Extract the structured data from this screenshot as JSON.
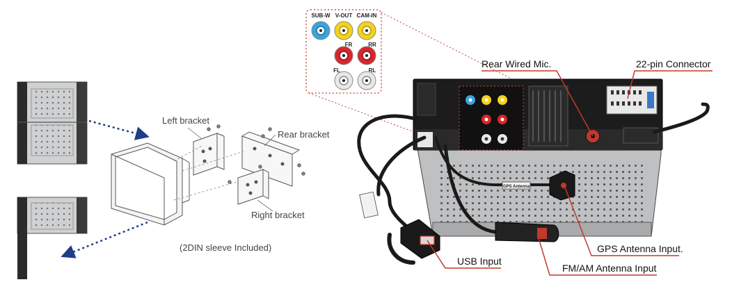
{
  "left_diagram": {
    "caption": "(2DIN sleeve Included)",
    "labels": {
      "left_bracket": "Left bracket",
      "rear_bracket": "Rear bracket",
      "right_bracket": "Right bracket"
    }
  },
  "rca_panel": {
    "top_labels": [
      "SUB-W",
      "V-OUT",
      "CAM-IN"
    ],
    "mid_labels": [
      "FR",
      "RR"
    ],
    "bottom_labels": [
      "FL",
      "RL"
    ],
    "colors": {
      "subw": "#3aa3e0",
      "video": "#f4d21c",
      "red": "#d9262c",
      "white": "#e8e8e8",
      "panel_border": "#c0392b"
    }
  },
  "callouts": {
    "rear_mic": "Rear Wired Mic.",
    "connector": "22-pin Connector",
    "gps": "GPS Antenna Input.",
    "usb": "USB Input",
    "fm_am": "FM/AM Antenna Input",
    "gps_tag": "GPS Antenna"
  },
  "colors": {
    "accent": "#c0392b",
    "arrow": "#1f3c88"
  }
}
